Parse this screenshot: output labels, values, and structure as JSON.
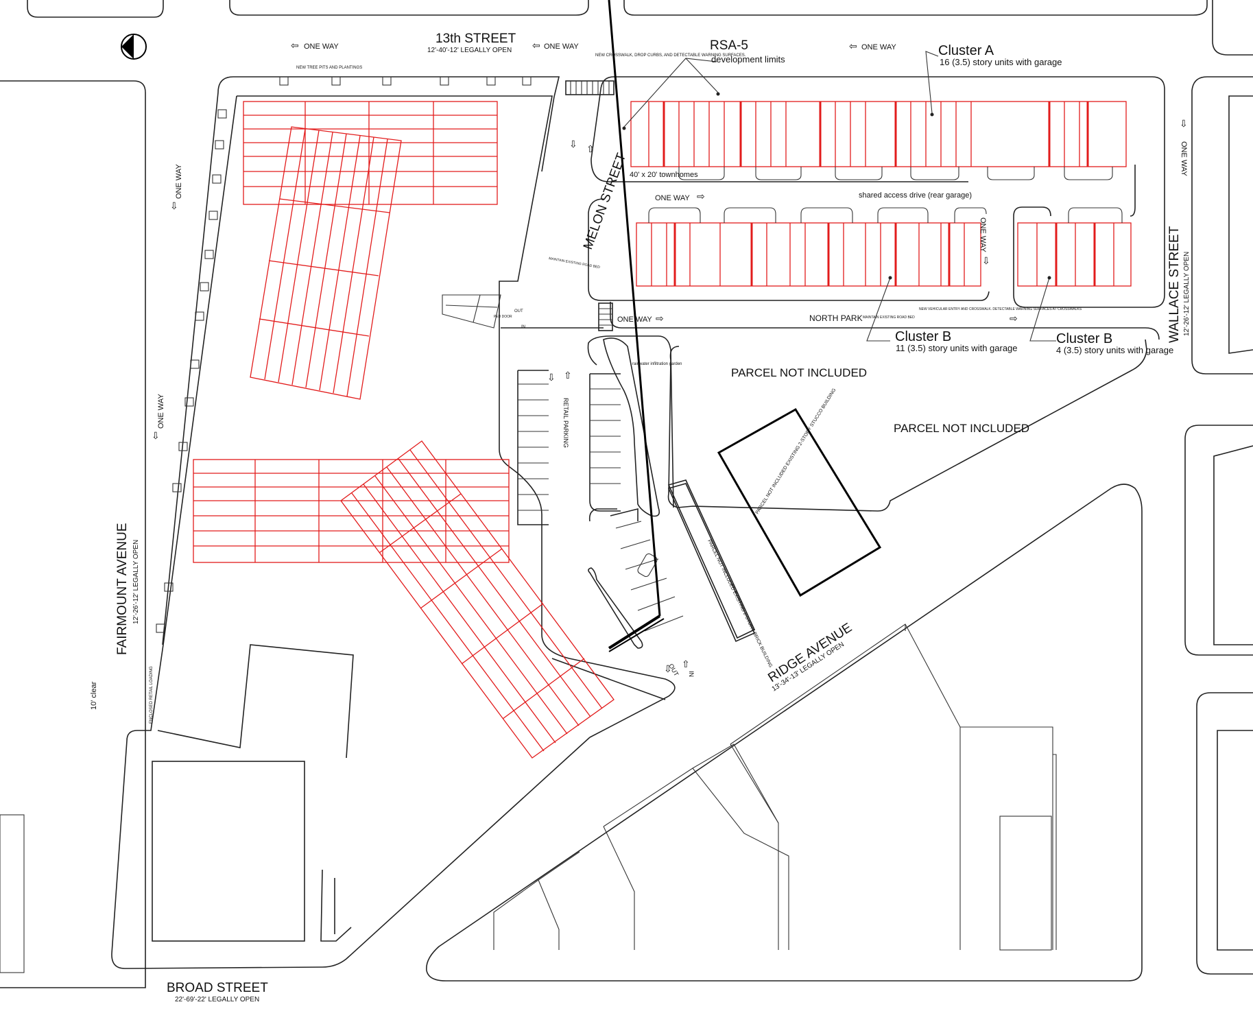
{
  "streets": {
    "thirteenth": {
      "name": "13th STREET",
      "width": "12'-40'-12' LEGALLY OPEN"
    },
    "fairmount": {
      "name": "FAIRMOUNT AVENUE",
      "width": "12'-26'-12' LEGALLY OPEN"
    },
    "broad": {
      "name": "BROAD STREET",
      "width": "22'-69'-22' LEGALLY OPEN"
    },
    "ridge": {
      "name": "RIDGE AVENUE",
      "width": "13'-34'-13' LEGALLY OPEN"
    },
    "wallace": {
      "name": "WALLACE STREET",
      "width": "12'-26'-12' LEGALLY OPEN"
    },
    "melon": {
      "name": "MELON STREET"
    },
    "north_park": {
      "name": "NORTH PARK"
    }
  },
  "labels": {
    "one_way": "ONE WAY",
    "new_tree_pits": "NEW TREE PITS AND PLANTINGS",
    "new_crosswalk": "NEW CROSSWALK, DROP CURBS, AND DETECTABLE WARNING SURFACES.",
    "rsa5": "RSA-5",
    "rsa5_sub": "development limits",
    "cluster_a": "Cluster A",
    "cluster_a_sub": "16 (3.5) story units with garage",
    "cluster_b": "Cluster B",
    "cluster_b1_sub": "11 (3.5) story units with garage",
    "cluster_b2_sub": "4 (3.5) story units with garage",
    "townhomes": "40' x 20' townhomes",
    "shared_drive": "shared access drive (rear garage)",
    "parcel_not_included": "PARCEL NOT INCLUDED",
    "parcel_building": "PARCEL NOT INCLUDED EXISTING 2-STORY STUCCO BUILDING",
    "parcel_brick": "PARCEL NOT INCLUDED EXISTING 2-STORY BRICK BUILDING",
    "retail_parking": "RETAIL PARKING",
    "rain_garden": "rainwater infiltration garden",
    "maintain_road": "MAINTAIN EXISTING ROAD BED",
    "new_entry": "NEW VEHICULAR ENTRY AND CROSSWALK. DETECTABLE WARNING SURFACES AT CROSSWALKS",
    "enclosed_loading": "ENCLOSED RETAIL LOADING",
    "ten_clear": "10' clear",
    "out": "OUT",
    "in": "IN",
    "ped_door": "PED DOOR"
  },
  "colors": {
    "red": "#e21b1b",
    "line": "#222222"
  },
  "icons": [
    "north-arrow-icon",
    "one-way-arrow-icon"
  ]
}
